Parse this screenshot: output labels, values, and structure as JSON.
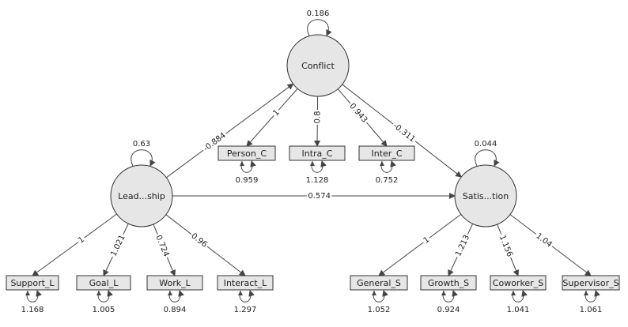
{
  "latents": {
    "leadership": {
      "label": "Lead...ship",
      "variance": "0.63"
    },
    "conflict": {
      "label": "Conflict",
      "variance": "0.186"
    },
    "satisfaction": {
      "label": "Satis...tion",
      "variance": "0.044"
    }
  },
  "indicators": [
    {
      "key": "support_l",
      "label": "Support_L",
      "loading": "1",
      "residual": "1.168"
    },
    {
      "key": "goal_l",
      "label": "Goal_L",
      "loading": "1.021",
      "residual": "1.005"
    },
    {
      "key": "work_l",
      "label": "Work_L",
      "loading": "0.724",
      "residual": "0.894"
    },
    {
      "key": "interact_l",
      "label": "Interact_L",
      "loading": "0.96",
      "residual": "1.297"
    },
    {
      "key": "person_c",
      "label": "Person_C",
      "loading": "1",
      "residual": "0.959"
    },
    {
      "key": "intra_c",
      "label": "Intra_C",
      "loading": "0.8",
      "residual": "1.128"
    },
    {
      "key": "inter_c",
      "label": "Inter_C",
      "loading": "0.943",
      "residual": "0.752"
    },
    {
      "key": "general_s",
      "label": "General_S",
      "loading": "1",
      "residual": "1.052"
    },
    {
      "key": "growth_s",
      "label": "Growth_S",
      "loading": "1.213",
      "residual": "0.924"
    },
    {
      "key": "coworker_s",
      "label": "Coworker_S",
      "loading": "1.156",
      "residual": "1.041"
    },
    {
      "key": "supervisor_s",
      "label": "Supervisor_S",
      "loading": "1.04",
      "residual": "1.061"
    }
  ],
  "structural_paths": {
    "leadership_to_conflict": "-0.884",
    "leadership_to_satisfaction": "0.574",
    "conflict_to_satisfaction": "-0.311"
  },
  "colors": {
    "node_fill": "#e6e6e6",
    "stroke": "#333333",
    "arrow": "#444444"
  }
}
